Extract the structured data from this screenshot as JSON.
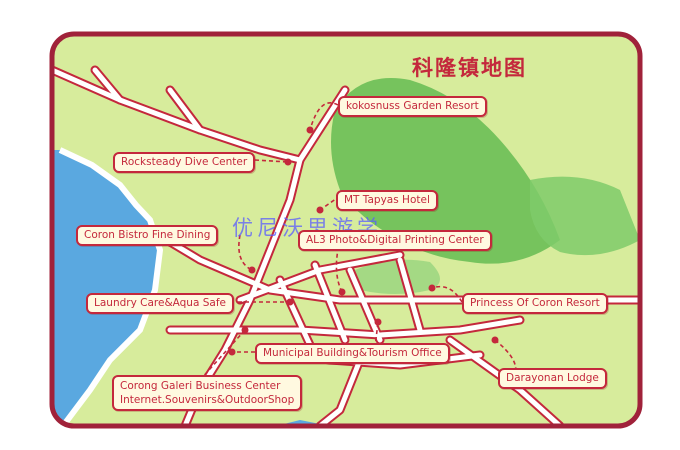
{
  "map": {
    "title": "科隆镇地图",
    "watermark": "优尼沃思游学",
    "colors": {
      "frame": "#a0223a",
      "water": "#5aa8e0",
      "land": "#d7ec9c",
      "hill": "#6cbf56",
      "road": "#ffffff",
      "road_edge": "#c4283c",
      "label_border": "#c4283c",
      "label_fill": "#fff9e0"
    },
    "places": [
      {
        "name": "kokosnuss Garden Resort"
      },
      {
        "name": "Rocksteady Dive Center"
      },
      {
        "name": "MT Tapyas Hotel"
      },
      {
        "name": "Coron Bistro Fine Dining"
      },
      {
        "name": "AL3 Photo&Digital Printing Center"
      },
      {
        "name": "Princess Of Coron Resort"
      },
      {
        "name": "Laundry Care&Aqua Safe"
      },
      {
        "name": "Municipal Building&Tourism Office"
      },
      {
        "name": "Darayonan Lodge"
      },
      {
        "name": "Corong Galeri Business Center",
        "line2": "Internet.Souvenirs&OutdoorShop"
      }
    ]
  }
}
